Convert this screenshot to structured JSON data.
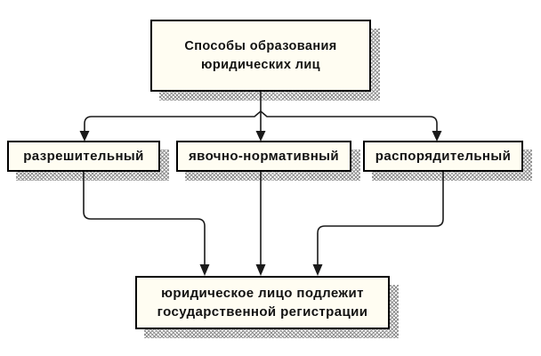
{
  "colors": {
    "page_bg": "#ffffff",
    "box_fill": "#fffdf2",
    "border": "#000000",
    "line": "#1a1a1a",
    "shadow_hatch": "#8f8f8f"
  },
  "diagram": {
    "root": {
      "id": "formation-methods",
      "lines": [
        "Способы образования",
        "юридических лиц"
      ]
    },
    "methods": [
      {
        "id": "permissive",
        "label": "разрешительный"
      },
      {
        "id": "declarative-normative",
        "label": "явочно-нормативный"
      },
      {
        "id": "administrative",
        "label": "распорядительный"
      }
    ],
    "result": {
      "id": "state-registration",
      "lines": [
        "юридическое лицо подлежит",
        "государственной регистрации"
      ]
    },
    "edges": [
      {
        "from": "formation-methods",
        "to": "permissive"
      },
      {
        "from": "formation-methods",
        "to": "declarative-normative"
      },
      {
        "from": "formation-methods",
        "to": "administrative"
      },
      {
        "from": "permissive",
        "to": "state-registration"
      },
      {
        "from": "declarative-normative",
        "to": "state-registration"
      },
      {
        "from": "administrative",
        "to": "state-registration"
      }
    ],
    "arrowhead_style": "solid-black-triangle-down",
    "shadow_style": "gray-crosshatch-offset-down-right"
  }
}
